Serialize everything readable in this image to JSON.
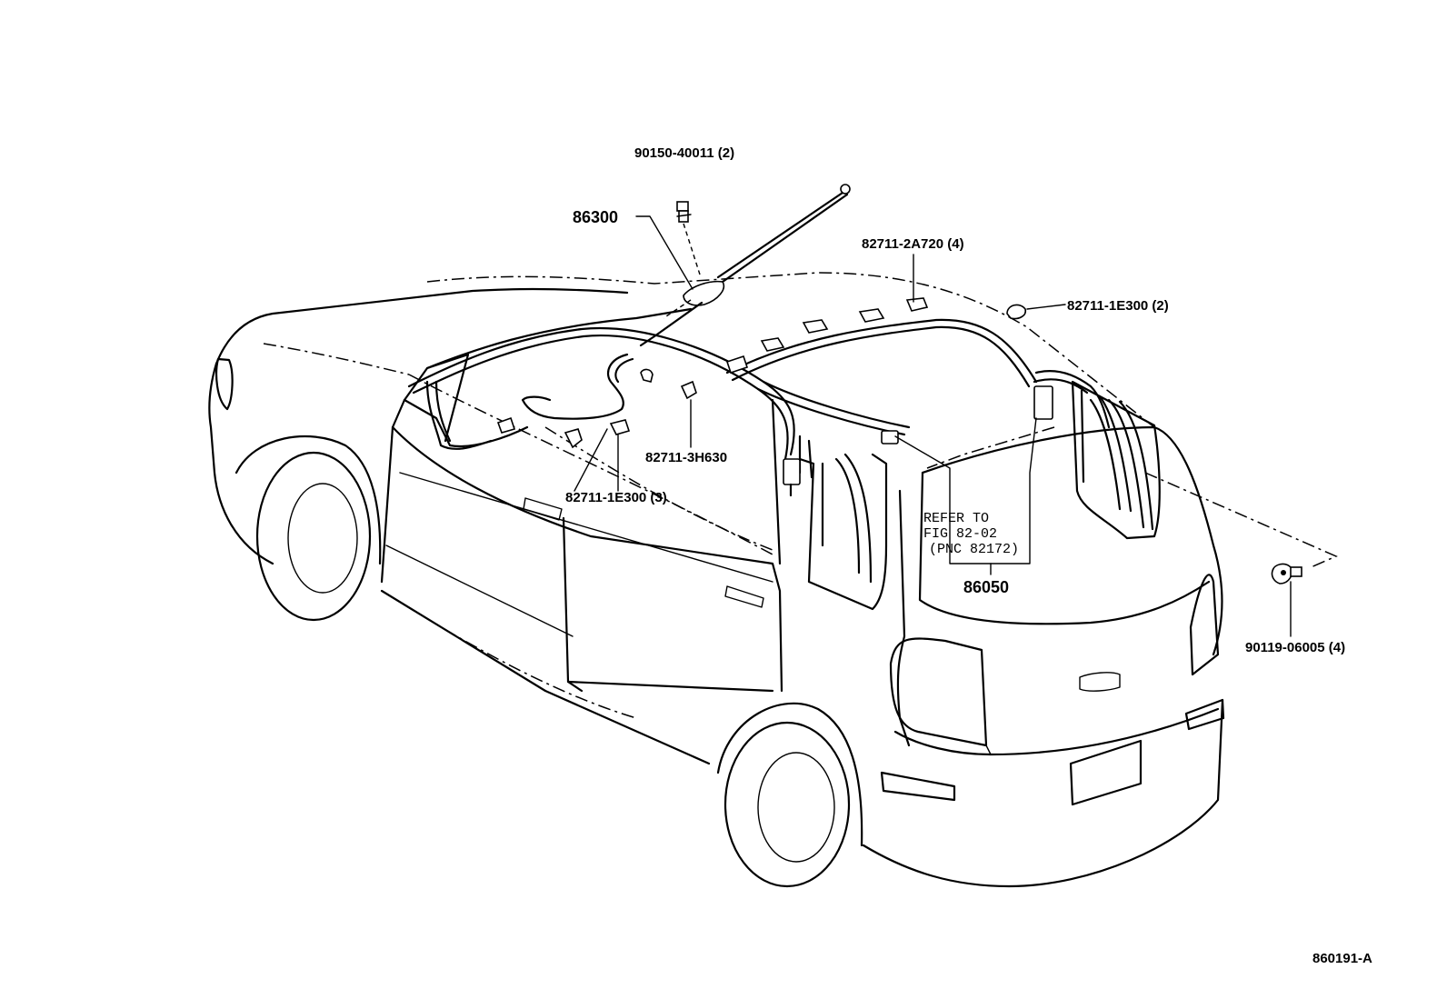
{
  "labels": {
    "bolt_top": "90150-40011 (2)",
    "antenna": "86300",
    "clip_roof": "82711-2A720 (4)",
    "clip_right": "82711-1E300 (2)",
    "clip_center": "82711-3H630",
    "clip_front": "82711-1E300 (3)",
    "refer_line1": "REFER TO",
    "refer_line2": "FIG 82-02",
    "refer_line3": "(PNC 82172)",
    "harness": "86050",
    "screw_rear": "90119-06005 (4)",
    "figure_id": "860191-A"
  }
}
